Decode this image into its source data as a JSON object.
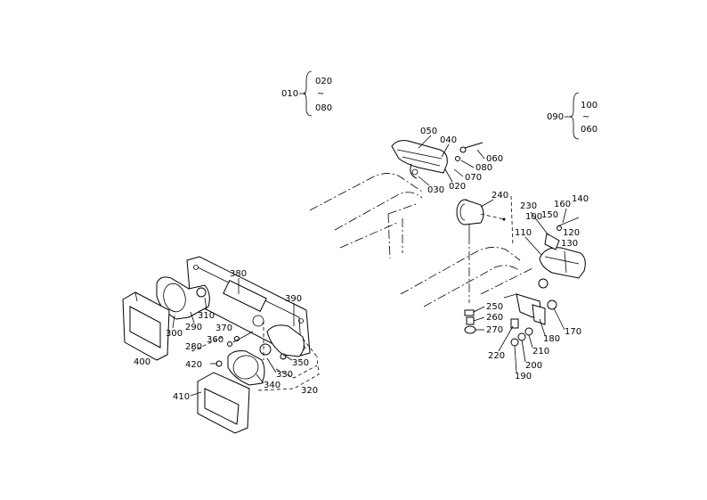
{
  "callouts": {
    "c010": "010",
    "c020a": "020",
    "c080a": "080",
    "c090": "090",
    "c100a": "100",
    "c060a": "060",
    "c050": "050",
    "c040": "040",
    "c060b": "060",
    "c080b": "080",
    "c070": "070",
    "c030": "030",
    "c020b": "020",
    "c240": "240",
    "c230": "230",
    "c160": "160",
    "c140": "140",
    "c150": "150",
    "c100b": "100",
    "c120": "120",
    "c110": "110",
    "c130": "130",
    "c250": "250",
    "c260": "260",
    "c270": "270",
    "c170": "170",
    "c180": "180",
    "c210": "210",
    "c220": "220",
    "c200": "200",
    "c190": "190",
    "c380": "380",
    "c390": "390",
    "c310": "310",
    "c290": "290",
    "c300": "300",
    "c370": "370",
    "c360": "360",
    "c280": "280",
    "c350": "350",
    "c400": "400",
    "c420": "420",
    "c330": "330",
    "c340": "340",
    "c320": "320",
    "c410": "410"
  },
  "tilde": "~"
}
